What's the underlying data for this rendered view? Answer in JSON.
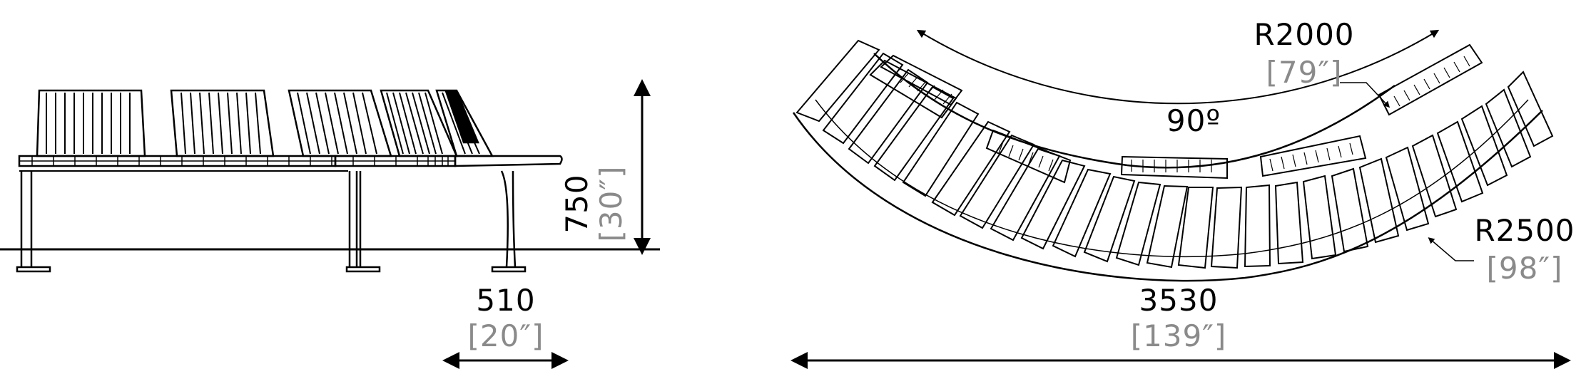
{
  "side_view": {
    "height_value": "750",
    "height_inches": "[30″]",
    "depth_value": "510",
    "depth_inches": "[20″]"
  },
  "plan_view": {
    "inner_radius_value": "R2000",
    "inner_radius_inches": "[79″]",
    "angle_value": "90º",
    "outer_radius_value": "R2500",
    "outer_radius_inches": "[98″]",
    "width_value": "3530",
    "width_inches": "[139″]"
  },
  "colors": {
    "line": "#000000",
    "secondary_text": "#8a8a8a"
  }
}
